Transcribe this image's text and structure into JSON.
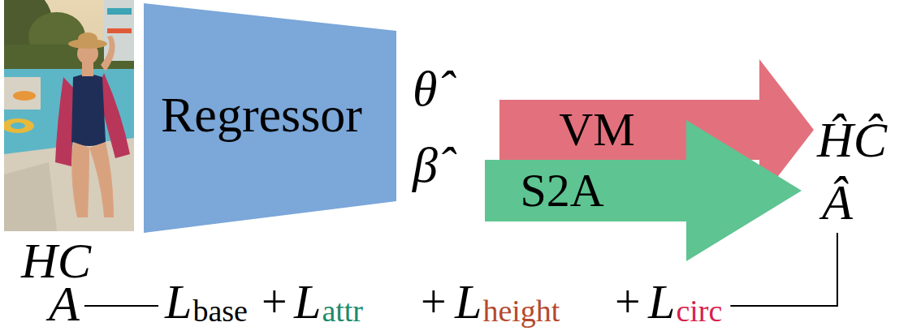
{
  "diagram": {
    "nodes": [
      {
        "text": [
          "Regressor"
        ]
      },
      {
        "text": [
          "VM"
        ]
      },
      {
        "text": [
          "S2A"
        ]
      }
    ],
    "labels": [
      "θ̂",
      "β̂",
      "ĤĈ",
      "Â",
      "HC",
      "A",
      "L",
      "base",
      "+",
      "L",
      "attr",
      "+",
      "L",
      "height",
      "+",
      "L",
      "circ"
    ]
  }
}
